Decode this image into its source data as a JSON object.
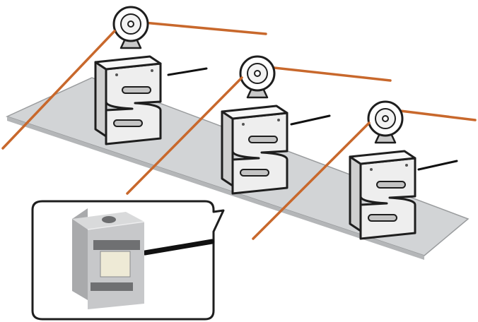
{
  "diagram": {
    "components": [
      {
        "name": "load-cell-with-pulley-1"
      },
      {
        "name": "load-cell-with-pulley-2"
      },
      {
        "name": "load-cell-with-pulley-3"
      }
    ],
    "colors": {
      "base_plate": "#d2d4d6",
      "cell_body": "#eeeeee",
      "outline": "#1e1e1e",
      "wire": "#c8682c",
      "cable": "#111111",
      "callout_border": "#1e1e1e",
      "photo_metal": "#c7c8ca"
    },
    "icons": {
      "pulley": "pulley-icon",
      "load_cell": "s-type-load-cell-icon",
      "photo": "load-cell-photo-icon"
    }
  }
}
